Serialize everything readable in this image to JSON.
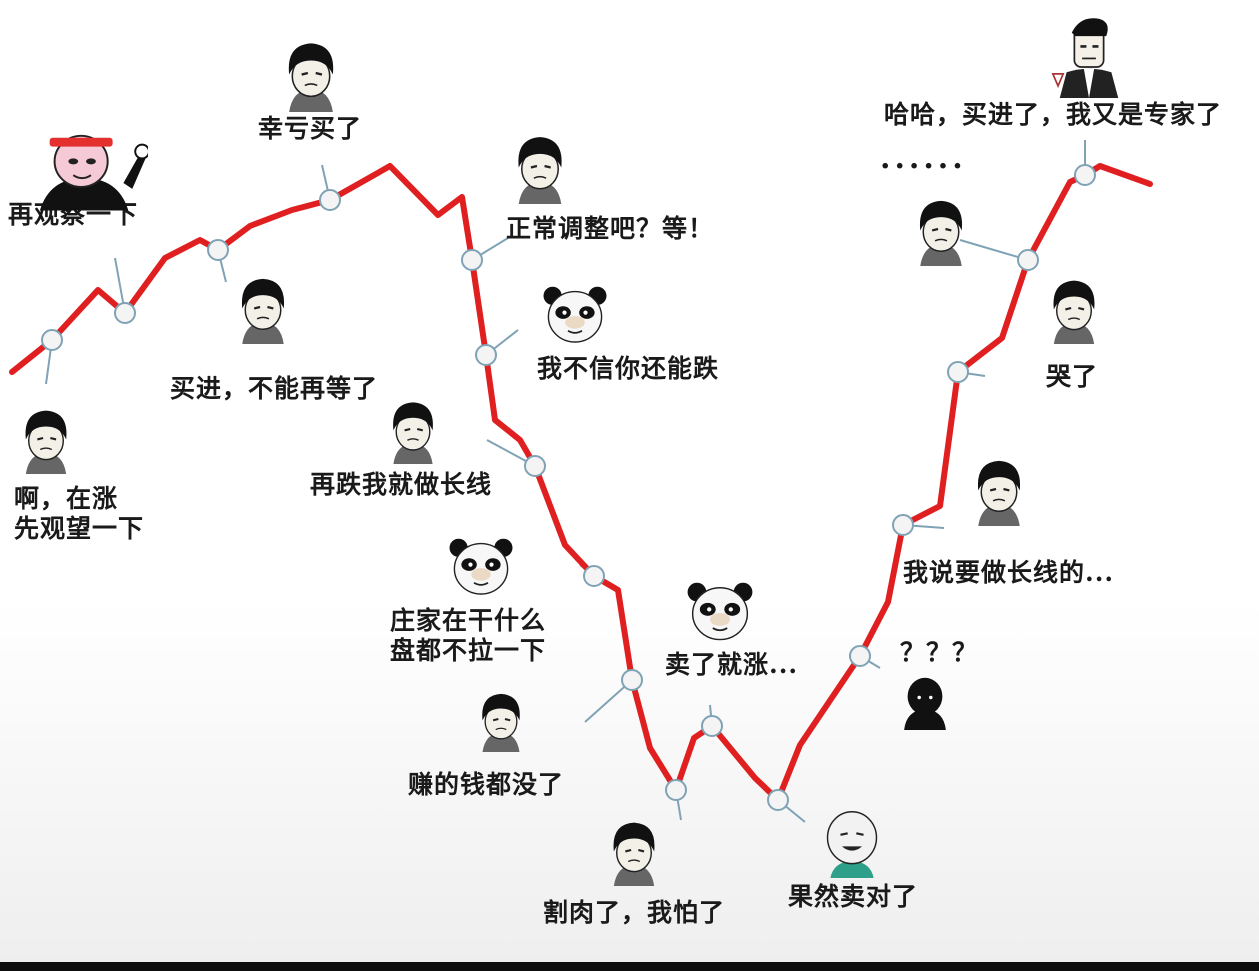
{
  "line_color": "#e02020",
  "node_fill": "#f4f4f4",
  "node_stroke": "#7fa3b5",
  "labels": [
    {
      "key": "watch_again",
      "text": "再观察一下"
    },
    {
      "key": "lucky_bought",
      "text": "幸亏买了"
    },
    {
      "key": "buy_in",
      "text": "买进，不能再等了"
    },
    {
      "key": "rising_wait",
      "text": "啊，在涨\n先观望一下"
    },
    {
      "key": "normal_adjust",
      "text": "正常调整吧？等！"
    },
    {
      "key": "dont_believe",
      "text": "我不信你还能跌"
    },
    {
      "key": "long_term_if_drop",
      "text": "再跌我就做长线"
    },
    {
      "key": "dealer_doing",
      "text": "庄家在干什么\n盘都不拉一下"
    },
    {
      "key": "profit_gone",
      "text": "赚的钱都没了"
    },
    {
      "key": "cut_loss",
      "text": "割肉了，我怕了"
    },
    {
      "key": "rises_after_sell",
      "text": "卖了就涨..."
    },
    {
      "key": "sold_right",
      "text": "果然卖对了"
    },
    {
      "key": "question",
      "text": "？？？"
    },
    {
      "key": "said_long_term",
      "text": "我说要做长线的..."
    },
    {
      "key": "cried",
      "text": "哭了"
    },
    {
      "key": "dots",
      "text": "......"
    },
    {
      "key": "expert_again",
      "text": "哈哈，买进了，我又是专家了"
    }
  ],
  "faces": [
    {
      "key": "headband-face-icon"
    },
    {
      "key": "bowl-cut-face-icon"
    },
    {
      "key": "panda-face-icon"
    },
    {
      "key": "round-face-icon"
    },
    {
      "key": "silhouette-face-icon"
    },
    {
      "key": "suit-man-face-icon"
    }
  ]
}
